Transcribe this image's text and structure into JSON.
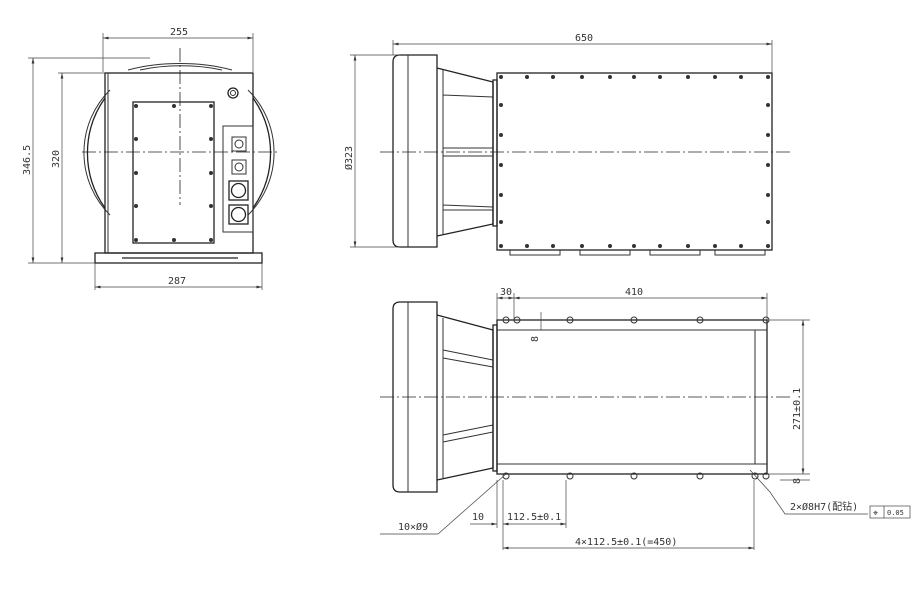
{
  "front_view": {
    "width_top": "255",
    "width_base": "287",
    "height_total": "346.5",
    "height_body": "320"
  },
  "side_view": {
    "length": "650",
    "diameter": "Ø323"
  },
  "top_view": {
    "offset": "30",
    "span": "410",
    "edge": "8",
    "width": "271±0.1",
    "edge2": "8",
    "hole_note": "10×Ø9",
    "offset2": "10",
    "pitch": "112.5±0.1",
    "pitch_total": "4×112.5±0.1(=450)",
    "pin_note": "2×Ø8H7(配钻)",
    "tolerance_symbol": "⌖",
    "tolerance_value": "0.05"
  }
}
